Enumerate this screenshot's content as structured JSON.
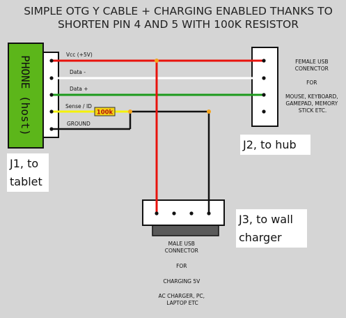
{
  "title": {
    "line1": "SIMPLE OTG Y CABLE + CHARGING ENABLED THANKS TO",
    "line2": "SHORTEN PIN 4 AND 5 WITH 100K RESISTOR"
  },
  "phone": {
    "label": "PHONE (host)"
  },
  "j1_pins": [
    "Vcc (+5V)",
    "Data -",
    "Data +",
    "Sense / ID",
    "GROUND"
  ],
  "resistor": {
    "label": "100k"
  },
  "j1_label": {
    "line1": "J1, to",
    "line2": "tablet"
  },
  "j2_label": "J2, to hub",
  "j3_label": {
    "line1": "J3, to wall",
    "line2": "charger"
  },
  "female_usb": {
    "lines": [
      "FEMALE USB",
      "CONENCTOR",
      "",
      "FOR",
      "",
      "MOUSE, KEYBOARD,",
      "GAMEPAD, MEMORY",
      "STICK ETC."
    ]
  },
  "male_usb": {
    "lines": [
      "MALE USB",
      "CONNECTOR",
      "",
      "FOR",
      "",
      "CHARGING 5V",
      "",
      "AC CHARGER, PC,",
      "LAPTOP ETC"
    ]
  },
  "colors": {
    "background": "#d5d5d5",
    "phone_green": "#5cb61a",
    "wire_red": "#e8120c",
    "wire_white": "#ffffff",
    "wire_green": "#1c9a1c",
    "wire_yellow": "#f5f20a",
    "wire_black": "#111111",
    "junction_orange": "#f5a31a",
    "resistor_fill": "#f5d415"
  }
}
